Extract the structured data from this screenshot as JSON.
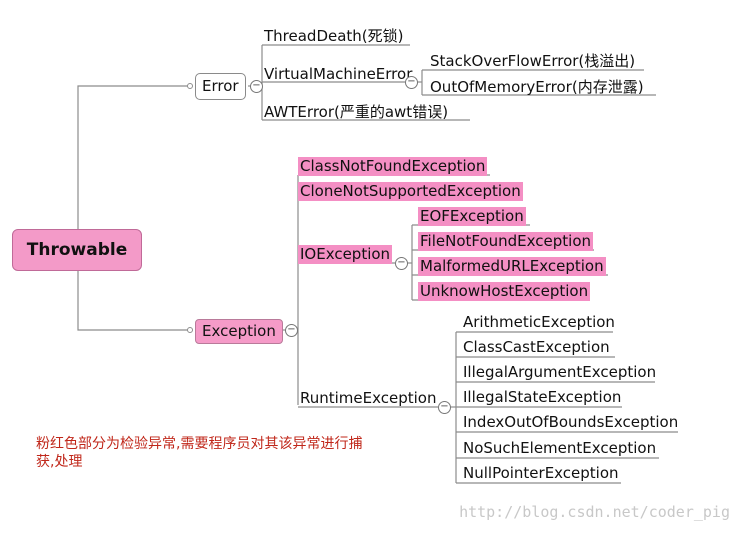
{
  "root": {
    "label": "Throwable"
  },
  "error": {
    "label": "Error",
    "children": {
      "thread_death": "ThreadDeath(死锁)",
      "vm_error": "VirtualMachineError",
      "awt_error": "AWTError(严重的awt错误)"
    },
    "vm_children": {
      "stack_overflow": "StackOverFlowError(栈溢出)",
      "out_of_memory": "OutOfMemoryError(内存泄露)"
    }
  },
  "exception": {
    "label": "Exception",
    "children": {
      "class_not_found": "ClassNotFoundException",
      "clone_not_supported": "CloneNotSupportedException",
      "io_exception": "IOException",
      "runtime_exception": "RuntimeException"
    },
    "io_children": {
      "eof": "EOFException",
      "file_not_found": "FileNotFoundException",
      "malformed_url": "MalformedURLException",
      "unknow_host": "UnknowHostException"
    },
    "runtime_children": {
      "arithmetic": "ArithmeticException",
      "class_cast": "ClassCastException",
      "illegal_argument": "IllegalArgumentException",
      "illegal_state": "IllegalStateException",
      "index_out_of_bounds": "IndexOutOfBoundsException",
      "no_such_element": "NoSuchElementException",
      "null_pointer": "NullPointerException"
    }
  },
  "note": "粉红色部分为检验异常,需要程序员对其该异常进行捕获,处理",
  "watermark": "http://blog.csdn.net/coder_pig",
  "colors": {
    "checked_exception_highlight": "#f48fc4",
    "note_text": "#c0271a"
  }
}
